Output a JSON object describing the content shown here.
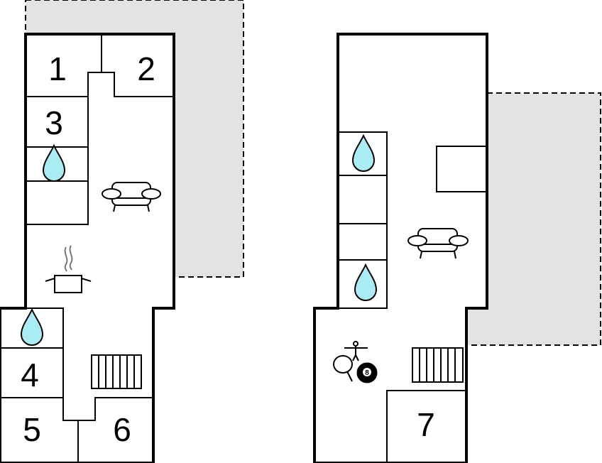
{
  "floors": [
    {
      "id": "left-floor",
      "rooms": [
        {
          "label": "1",
          "type": "bedroom"
        },
        {
          "label": "2",
          "type": "bedroom"
        },
        {
          "label": "3",
          "type": "bedroom"
        },
        {
          "label": "4",
          "type": "bedroom"
        },
        {
          "label": "5",
          "type": "bedroom"
        },
        {
          "label": "6",
          "type": "bedroom"
        }
      ],
      "icons": [
        "bathroom-drop-icon",
        "bathroom-drop-icon",
        "sofa-icon",
        "cooking-pot-icon",
        "stairs-icon"
      ]
    },
    {
      "id": "right-floor",
      "rooms": [
        {
          "label": "7",
          "type": "bedroom"
        }
      ],
      "icons": [
        "bathroom-drop-icon",
        "bathroom-drop-icon",
        "sofa-icon",
        "table-football-icon",
        "table-tennis-icon",
        "billiard-8-ball-icon",
        "stairs-icon"
      ]
    }
  ],
  "billiard_ball_label": "8",
  "colors": {
    "wall": "#000000",
    "terrace_fill": "#e3e3e3",
    "water_drop": "#a9ecf4",
    "steam": "#777777"
  }
}
